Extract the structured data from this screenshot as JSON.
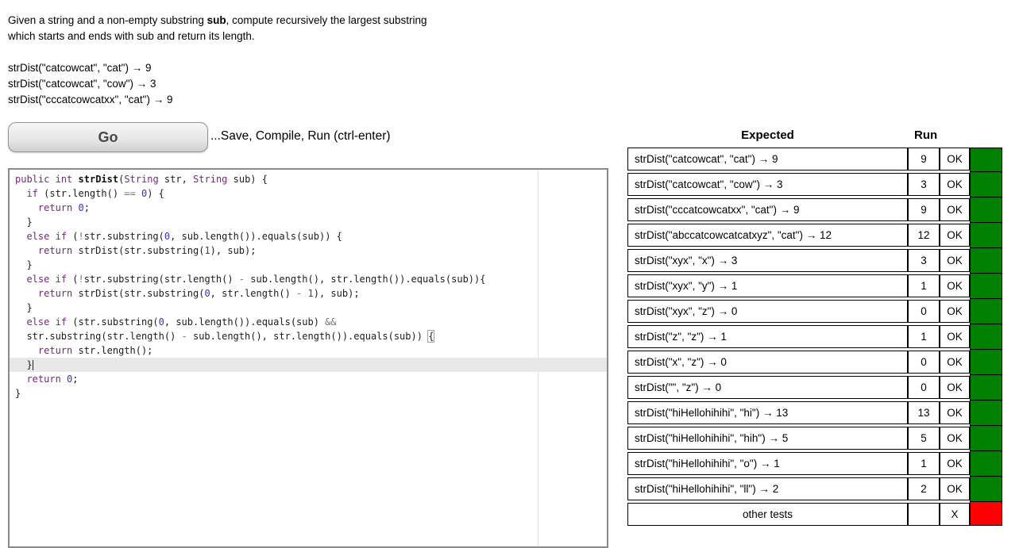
{
  "problem": {
    "intro": "Given a string and a non-empty substring ",
    "bold_term": "sub",
    "rest_line1": ", compute recursively the largest substring",
    "line2": "which starts and ends with sub and return its length.",
    "examples": [
      "strDist(\"catcowcat\", \"cat\") → 9",
      "strDist(\"catcowcat\", \"cow\") → 3",
      "strDist(\"cccatcowcatxx\", \"cat\") → 9"
    ]
  },
  "toolbar": {
    "go_label": "Go",
    "hint": "...Save, Compile, Run (ctrl-enter)"
  },
  "editor": {
    "active_line_index": 13,
    "lines": [
      [
        {
          "t": "public",
          "c": "k"
        },
        {
          "t": " "
        },
        {
          "t": "int",
          "c": "k"
        },
        {
          "t": " "
        },
        {
          "t": "strDist",
          "c": "f"
        },
        {
          "t": "("
        },
        {
          "t": "String",
          "c": "k"
        },
        {
          "t": " str, "
        },
        {
          "t": "String",
          "c": "k"
        },
        {
          "t": " sub) {"
        }
      ],
      [
        {
          "t": "  "
        },
        {
          "t": "if",
          "c": "k"
        },
        {
          "t": " (str.length() "
        },
        {
          "t": "==",
          "c": "o"
        },
        {
          "t": " "
        },
        {
          "t": "0",
          "c": "n"
        },
        {
          "t": ") {"
        }
      ],
      [
        {
          "t": "    "
        },
        {
          "t": "return",
          "c": "k"
        },
        {
          "t": " "
        },
        {
          "t": "0",
          "c": "n"
        },
        {
          "t": ";"
        }
      ],
      [
        {
          "t": "  }"
        }
      ],
      [
        {
          "t": "  "
        },
        {
          "t": "else",
          "c": "k"
        },
        {
          "t": " "
        },
        {
          "t": "if",
          "c": "k"
        },
        {
          "t": " ("
        },
        {
          "t": "!",
          "c": "o"
        },
        {
          "t": "str.substring("
        },
        {
          "t": "0",
          "c": "n"
        },
        {
          "t": ", sub.length()).equals(sub)) {"
        }
      ],
      [
        {
          "t": "    "
        },
        {
          "t": "return",
          "c": "k"
        },
        {
          "t": " strDist(str.substring("
        },
        {
          "t": "1",
          "c": "n"
        },
        {
          "t": "), sub);"
        }
      ],
      [
        {
          "t": "  }"
        }
      ],
      [
        {
          "t": "  "
        },
        {
          "t": "else",
          "c": "k"
        },
        {
          "t": " "
        },
        {
          "t": "if",
          "c": "k"
        },
        {
          "t": " ("
        },
        {
          "t": "!",
          "c": "o"
        },
        {
          "t": "str.substring(str.length() "
        },
        {
          "t": "-",
          "c": "o"
        },
        {
          "t": " sub.length(), str.length()).equals(sub)){"
        }
      ],
      [
        {
          "t": "    "
        },
        {
          "t": "return",
          "c": "k"
        },
        {
          "t": " strDist(str.substring("
        },
        {
          "t": "0",
          "c": "n"
        },
        {
          "t": ", str.length() "
        },
        {
          "t": "-",
          "c": "o"
        },
        {
          "t": " "
        },
        {
          "t": "1",
          "c": "n"
        },
        {
          "t": "), sub);"
        }
      ],
      [
        {
          "t": "  }"
        }
      ],
      [
        {
          "t": "  "
        },
        {
          "t": "else",
          "c": "k"
        },
        {
          "t": " "
        },
        {
          "t": "if",
          "c": "k"
        },
        {
          "t": " (str.substring("
        },
        {
          "t": "0",
          "c": "n"
        },
        {
          "t": ", sub.length()).equals(sub) "
        },
        {
          "t": "&&",
          "c": "o"
        }
      ],
      [
        {
          "t": "  str.substring(str.length() "
        },
        {
          "t": "-",
          "c": "o"
        },
        {
          "t": " sub.length(), str.length()).equals(sub)) "
        },
        {
          "t": "{",
          "c": "m"
        }
      ],
      [
        {
          "t": "    "
        },
        {
          "t": "return",
          "c": "k"
        },
        {
          "t": " str.length();"
        }
      ],
      [
        {
          "t": "  }"
        }
      ],
      [
        {
          "t": "  "
        },
        {
          "t": "return",
          "c": "k"
        },
        {
          "t": " "
        },
        {
          "t": "0",
          "c": "n"
        },
        {
          "t": ";"
        }
      ],
      [
        {
          "t": "}"
        }
      ]
    ]
  },
  "results": {
    "expected_header": "Expected",
    "run_header": "Run",
    "colors": {
      "pass": "#008000",
      "fail": "#ff0000"
    },
    "rows": [
      {
        "expected": "strDist(\"catcowcat\", \"cat\") → 9",
        "run": "9",
        "status": "OK",
        "pass": true
      },
      {
        "expected": "strDist(\"catcowcat\", \"cow\") → 3",
        "run": "3",
        "status": "OK",
        "pass": true
      },
      {
        "expected": "strDist(\"cccatcowcatxx\", \"cat\") → 9",
        "run": "9",
        "status": "OK",
        "pass": true
      },
      {
        "expected": "strDist(\"abccatcowcatcatxyz\", \"cat\") → 12",
        "run": "12",
        "status": "OK",
        "pass": true
      },
      {
        "expected": "strDist(\"xyx\", \"x\") → 3",
        "run": "3",
        "status": "OK",
        "pass": true
      },
      {
        "expected": "strDist(\"xyx\", \"y\") → 1",
        "run": "1",
        "status": "OK",
        "pass": true
      },
      {
        "expected": "strDist(\"xyx\", \"z\") → 0",
        "run": "0",
        "status": "OK",
        "pass": true
      },
      {
        "expected": "strDist(\"z\", \"z\") → 1",
        "run": "1",
        "status": "OK",
        "pass": true
      },
      {
        "expected": "strDist(\"x\", \"z\") → 0",
        "run": "0",
        "status": "OK",
        "pass": true
      },
      {
        "expected": "strDist(\"\", \"z\") → 0",
        "run": "0",
        "status": "OK",
        "pass": true
      },
      {
        "expected": "strDist(\"hiHellohihihi\", \"hi\") → 13",
        "run": "13",
        "status": "OK",
        "pass": true
      },
      {
        "expected": "strDist(\"hiHellohihihi\", \"hih\") → 5",
        "run": "5",
        "status": "OK",
        "pass": true
      },
      {
        "expected": "strDist(\"hiHellohihihi\", \"o\") → 1",
        "run": "1",
        "status": "OK",
        "pass": true
      },
      {
        "expected": "strDist(\"hiHellohihihi\", \"ll\") → 2",
        "run": "2",
        "status": "OK",
        "pass": true
      },
      {
        "expected": "other tests",
        "run": "",
        "status": "X",
        "pass": false,
        "center": true
      }
    ]
  }
}
